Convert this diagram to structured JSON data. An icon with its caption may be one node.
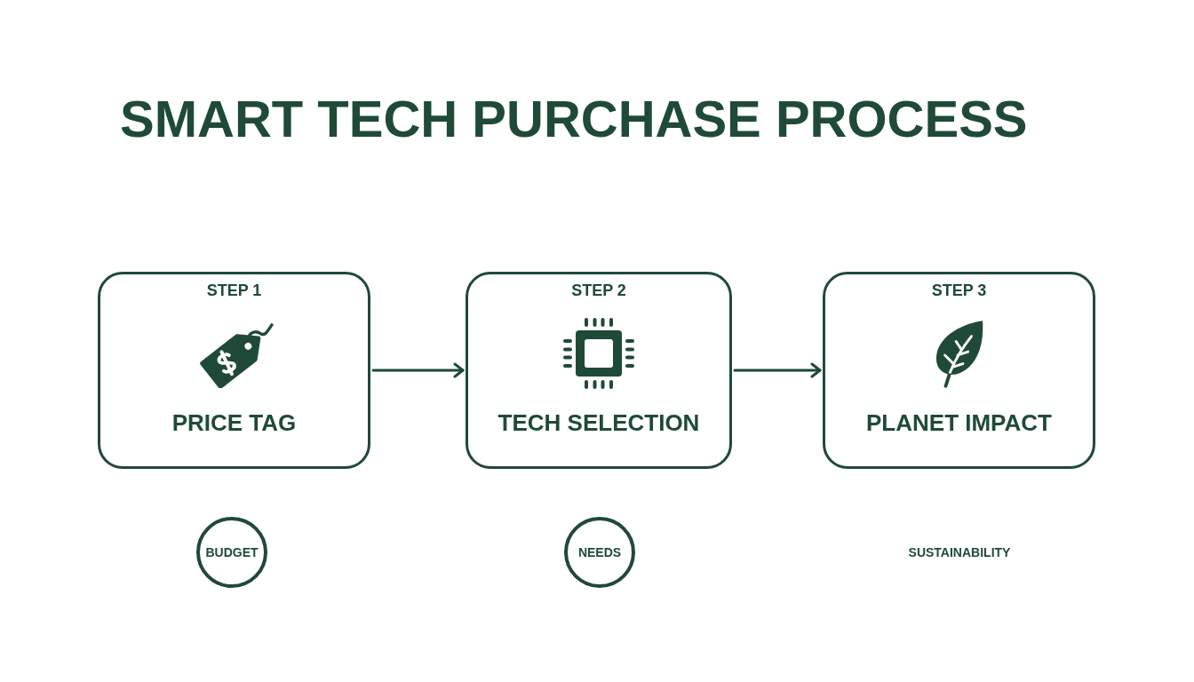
{
  "diagram": {
    "title": "SMART TECH PURCHASE PROCESS",
    "nodes": [
      {
        "text": [
          "STEP 1",
          "PRICE TAG"
        ]
      },
      {
        "text": [
          "STEP 2",
          "TECH SELECTION"
        ]
      },
      {
        "text": [
          "STEP 3",
          "PLANET IMPACT"
        ]
      },
      {
        "text": [
          "BUDGET"
        ]
      },
      {
        "text": [
          "NEEDS"
        ]
      }
    ],
    "edges": [
      {
        "from": 0,
        "to": 1,
        "arrow": "to"
      },
      {
        "from": 1,
        "to": 2,
        "arrow": "to"
      }
    ],
    "labels": [
      "SUSTAINABILITY"
    ]
  }
}
